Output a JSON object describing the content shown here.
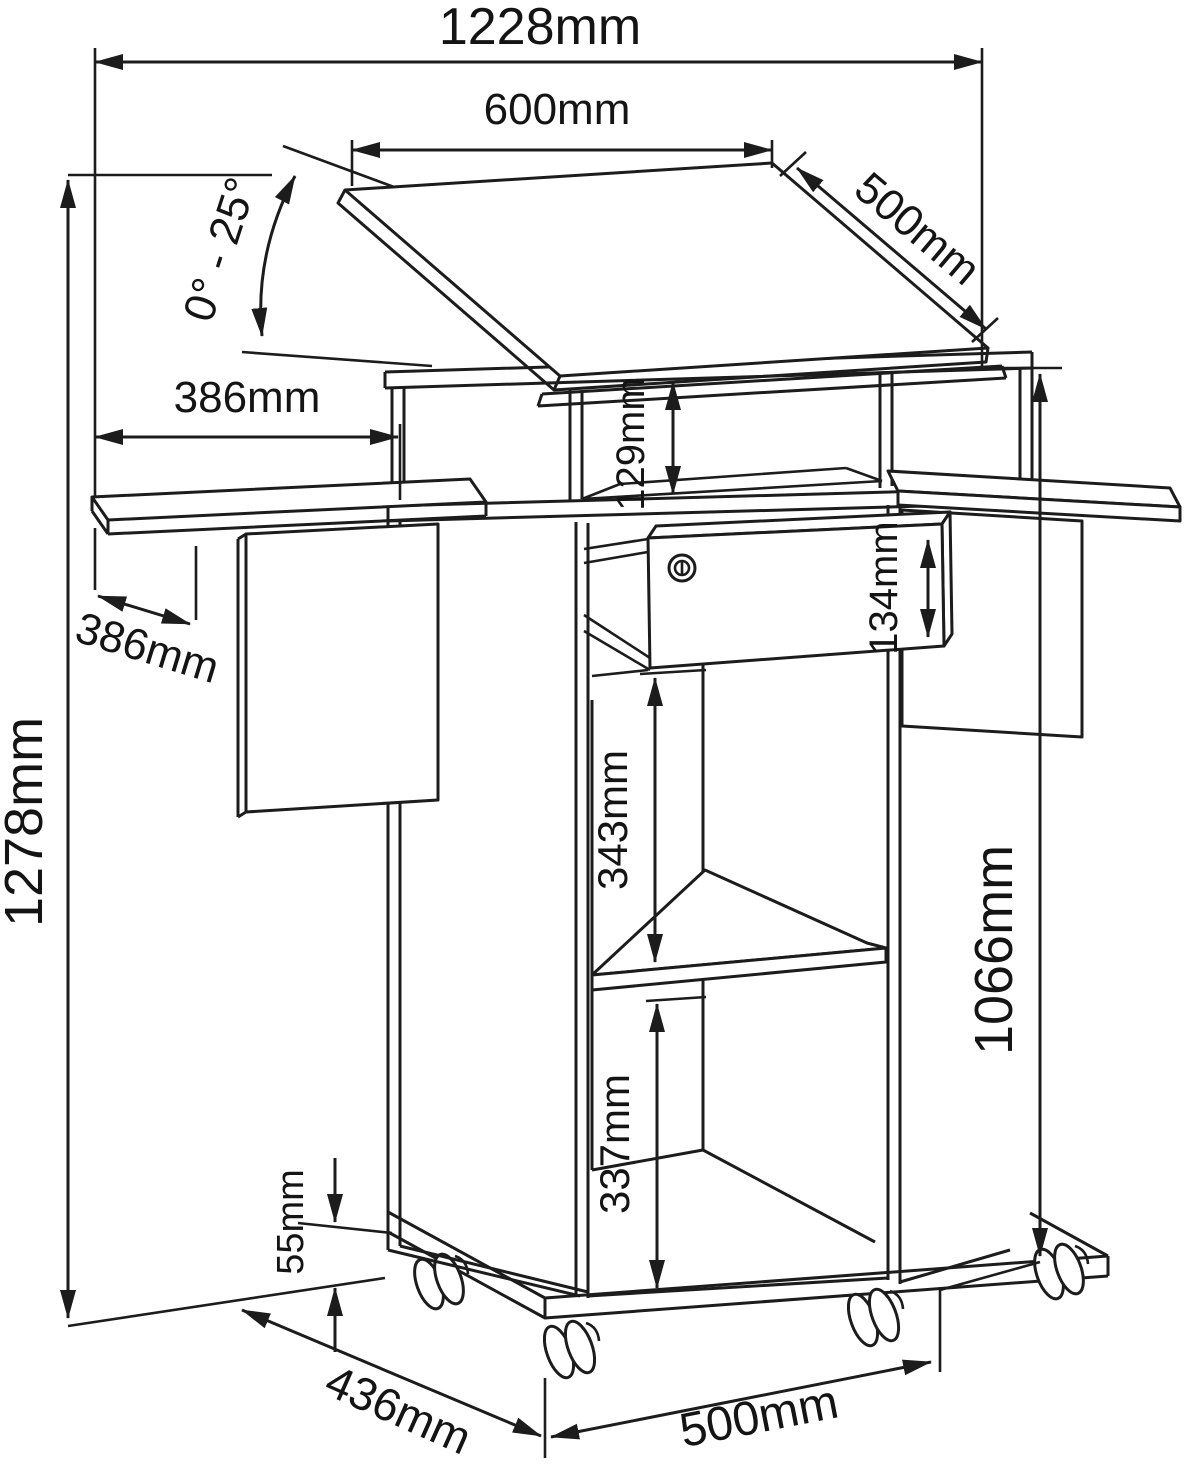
{
  "dims": {
    "overall_width": "1228mm",
    "top_surface_width": "600mm",
    "top_surface_depth": "500mm",
    "top_tilt_angle": "0° - 25°",
    "side_shelf_width": "386mm",
    "side_shelf_depth": "386mm",
    "under_top_clearance": "129mm",
    "drawer_front_height": "134mm",
    "middle_compartment_height": "343mm",
    "bottom_compartment_height": "337mm",
    "overall_height": "1278mm",
    "body_height": "1066mm",
    "caster_clearance": "55mm",
    "base_depth": "436mm",
    "base_width": "500mm"
  },
  "colors": {
    "line": "#1c1c1c",
    "background": "#ffffff"
  }
}
